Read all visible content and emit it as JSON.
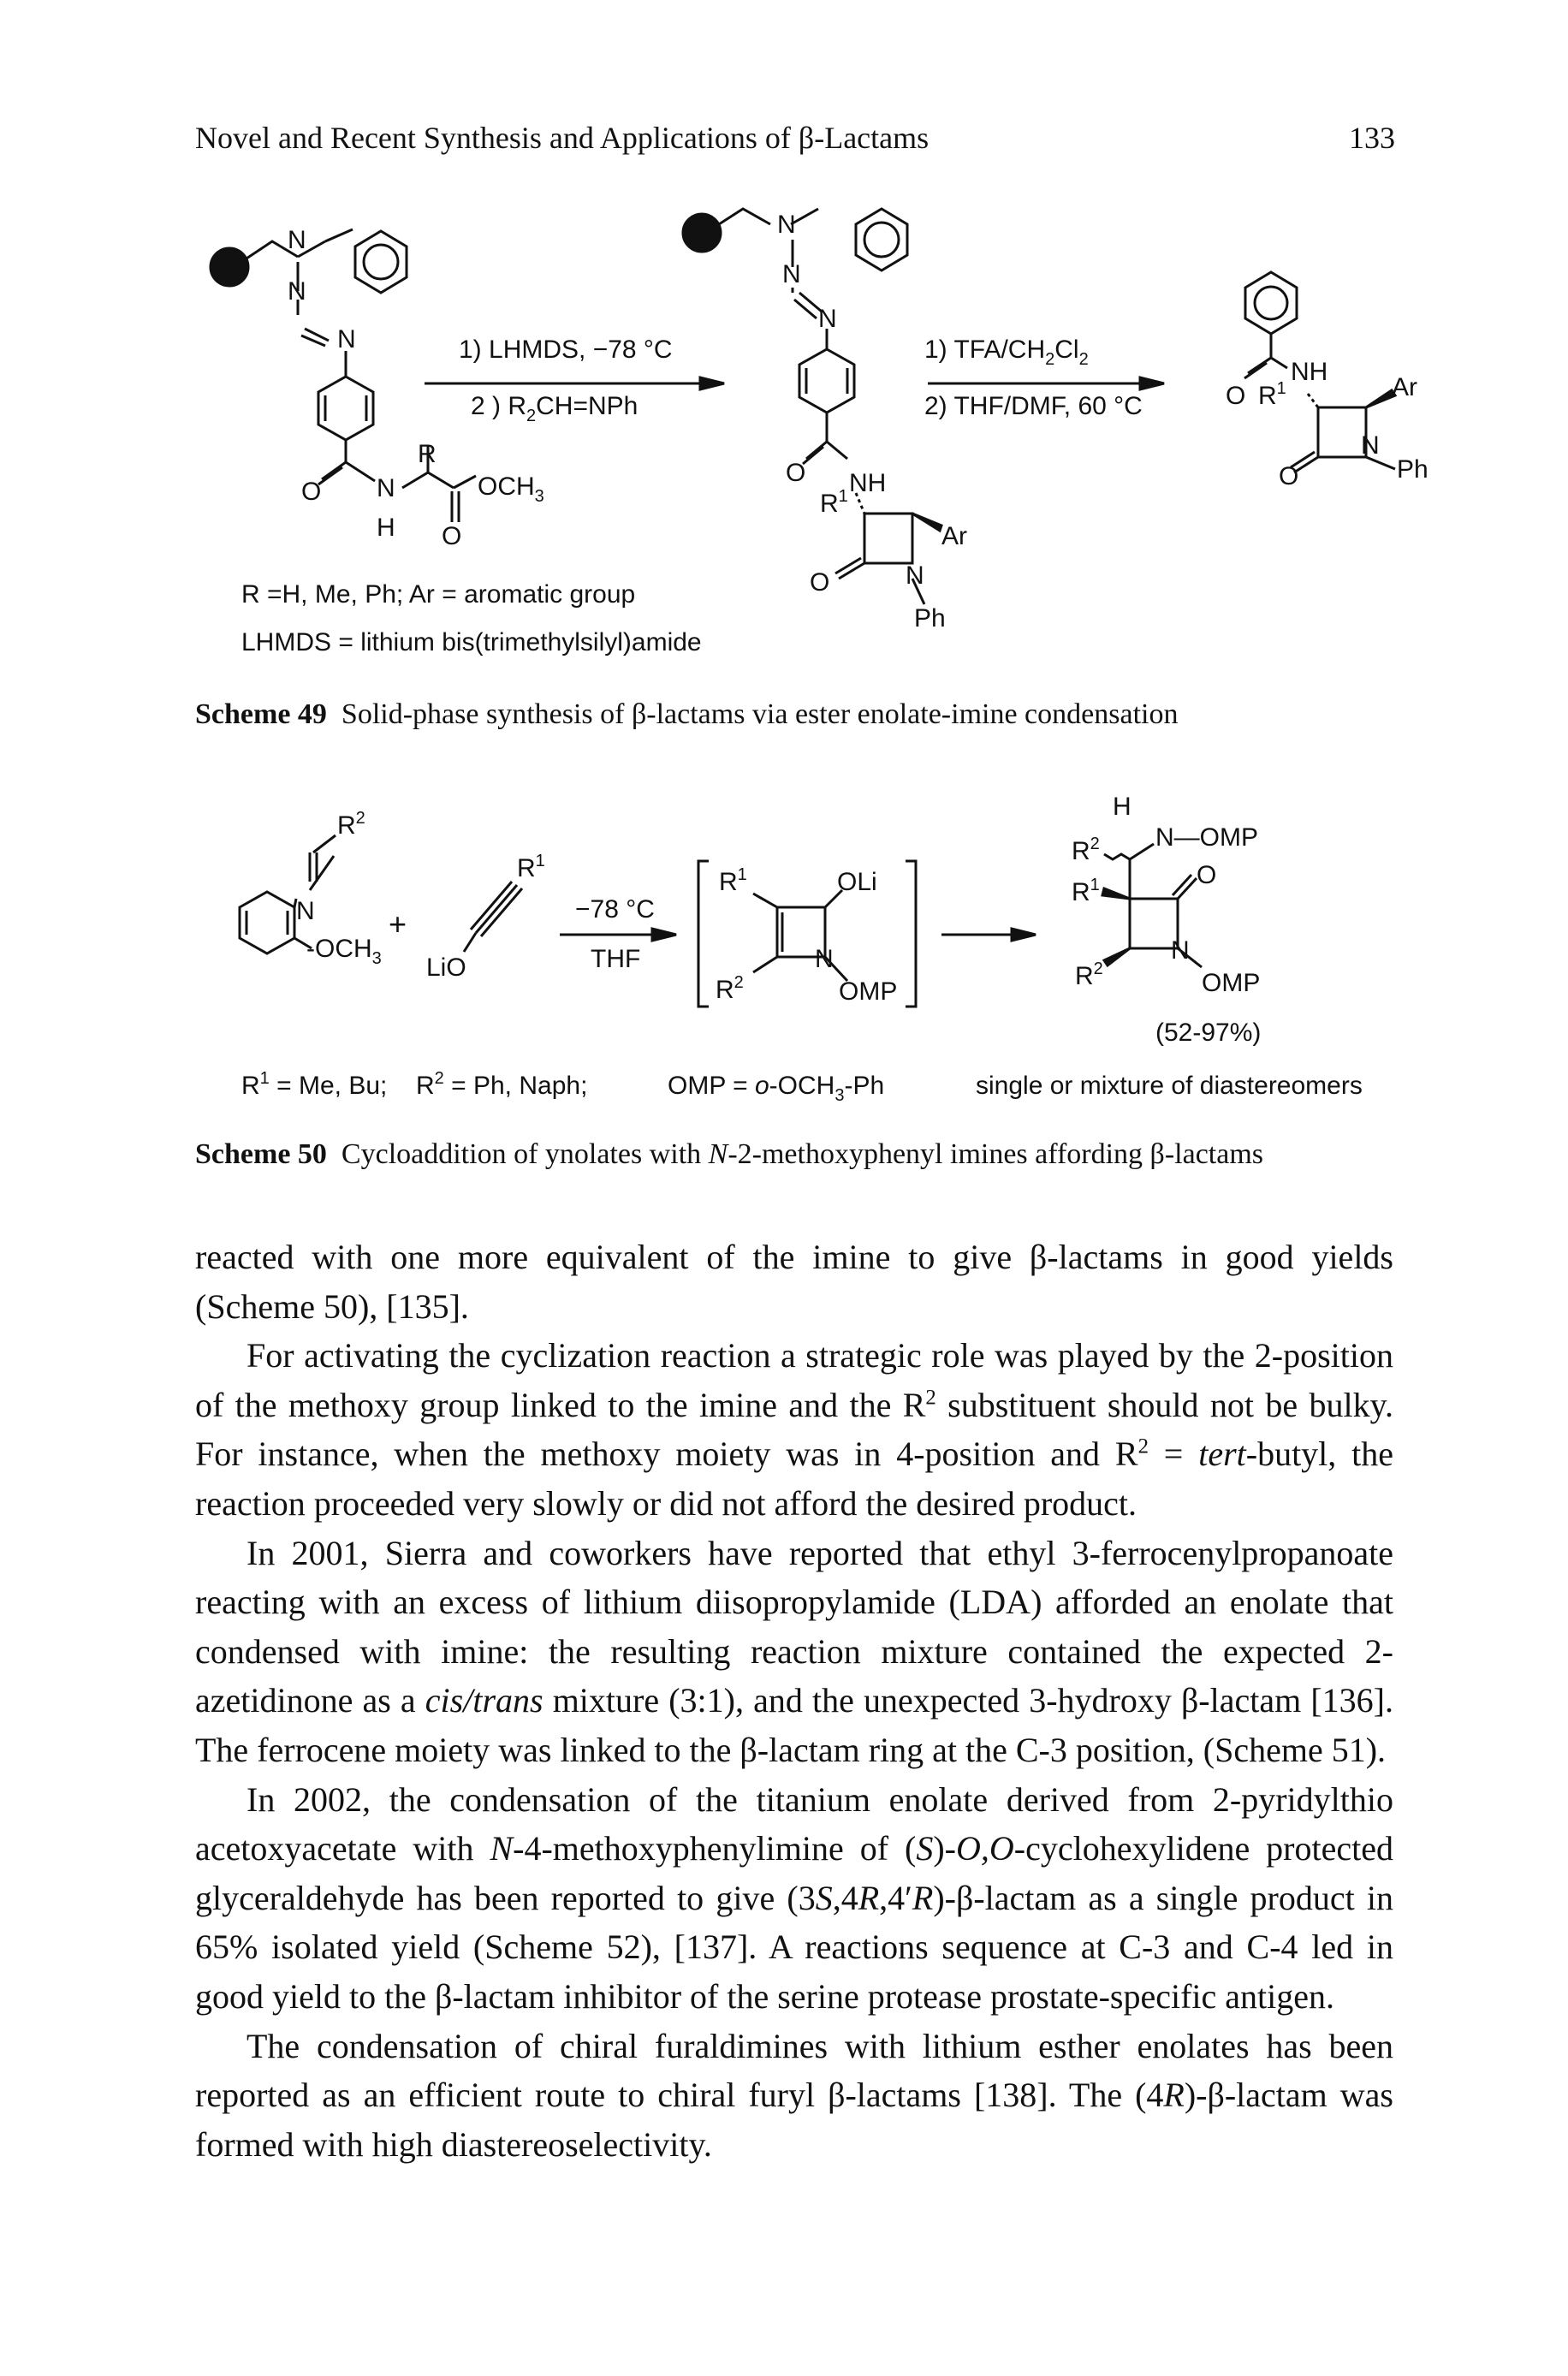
{
  "header": {
    "title_pre": "Novel and Recent Synthesis and Applications of ",
    "beta": "β",
    "title_post": "-Lactams",
    "page_number": "133"
  },
  "scheme49": {
    "caption_label": "Scheme 49",
    "caption_text": "Solid-phase synthesis of β-lactams via ester enolate-imine condensation",
    "reagents_1_a": "1) LHMDS, −78 °C",
    "reagents_1_b": "2 ) R",
    "reagents_1_b_tail": "CH=NPh",
    "reagents_2_a": "1) TFA/CH",
    "reagents_2_a_tail": "Cl",
    "reagents_2_b": "2) THF/DMF, 60 °C",
    "legend_1": "R =H,  Me,  Ph;   Ar = aromatic group",
    "legend_2": "LHMDS = lithium bis(trimethylsilyl)amide",
    "labels": {
      "N": "N",
      "H": "H",
      "O": "O",
      "R": "R",
      "OCH3": "OCH",
      "NH": "NH",
      "R1": "R",
      "Ar": "Ar",
      "Ph": "Ph",
      "sub3": "3",
      "sup1": "1",
      "sub2": "2"
    }
  },
  "scheme50": {
    "caption_label": "Scheme 50",
    "caption_text_pre": "Cycloaddition of ynolates with ",
    "caption_italic": "N",
    "caption_text_post": "-2-methoxyphenyl imines affording β-lactams",
    "conditions_a": "−78 °C",
    "conditions_b": "THF",
    "plus": "+",
    "lio": "LiO",
    "oli": "OLi",
    "omp": "OMP",
    "n_omp": "N—OMP",
    "yield": "(52-97%)",
    "legend_r1": " = Me, Bu;",
    "legend_r2": " = Ph, Naph;",
    "legend_omp": "OMP = ",
    "legend_omp_italic": "o",
    "legend_omp_tail": "-OCH",
    "legend_omp_end": "-Ph",
    "legend_diast": "single or mixture of diastereomers"
  },
  "body": {
    "p1": "reacted with one more equivalent of the imine to give β-lactams in good yields (Scheme 50), [135].",
    "p2_a": "For activating the cyclization reaction a strategic role was played by the 2-position of the methoxy group linked to the imine and the R",
    "p2_b": " substituent should not be bulky. For instance, when the methoxy moiety was in 4-position and R",
    "p2_c": " = ",
    "p2_italic": "tert",
    "p2_d": "-butyl, the reaction proceeded very slowly or did not afford the desired product.",
    "p3_a": "In 2001, Sierra and coworkers have reported that ethyl 3-ferrocenylpropanoate reacting with an excess of lithium diisopropylamide (LDA) afforded an enolate that condensed with imine: the resulting reaction mixture contained the expected 2-azetidinone as a ",
    "p3_italic": "cis/trans",
    "p3_b": " mixture (3:1), and the unexpected 3-hydroxy β-lactam [136]. The ferrocene moiety was linked to the β-lactam ring at the C-3 position, (Scheme 51).",
    "p4_a": "In 2002, the condensation of the titanium enolate derived from 2-pyridylthio acetoxyacetate with ",
    "p4_i1": "N",
    "p4_b": "-4-methoxyphenylimine of (",
    "p4_i2": "S",
    "p4_c": ")-",
    "p4_i3": "O,O",
    "p4_d": "-cyclohexylidene protected glyceraldehyde has been reported to give (3",
    "p4_i4": "S",
    "p4_e": ",4",
    "p4_i5": "R",
    "p4_f": ",4′",
    "p4_i6": "R",
    "p4_g": ")-β-lactam as a single product in 65% isolated yield (Scheme 52), [137]. A reactions sequence at C-3 and C-4 led in good yield to the β-lactam inhibitor of the serine protease prostate-specific antigen.",
    "p5_a": "The condensation of chiral furaldimines with lithium esther enolates has been reported as an efficient route to chiral furyl β-lactams [138]. The (4",
    "p5_i": "R",
    "p5_b": ")-β-lactam was formed with high diastereoselectivity.",
    "sup2": "2"
  }
}
